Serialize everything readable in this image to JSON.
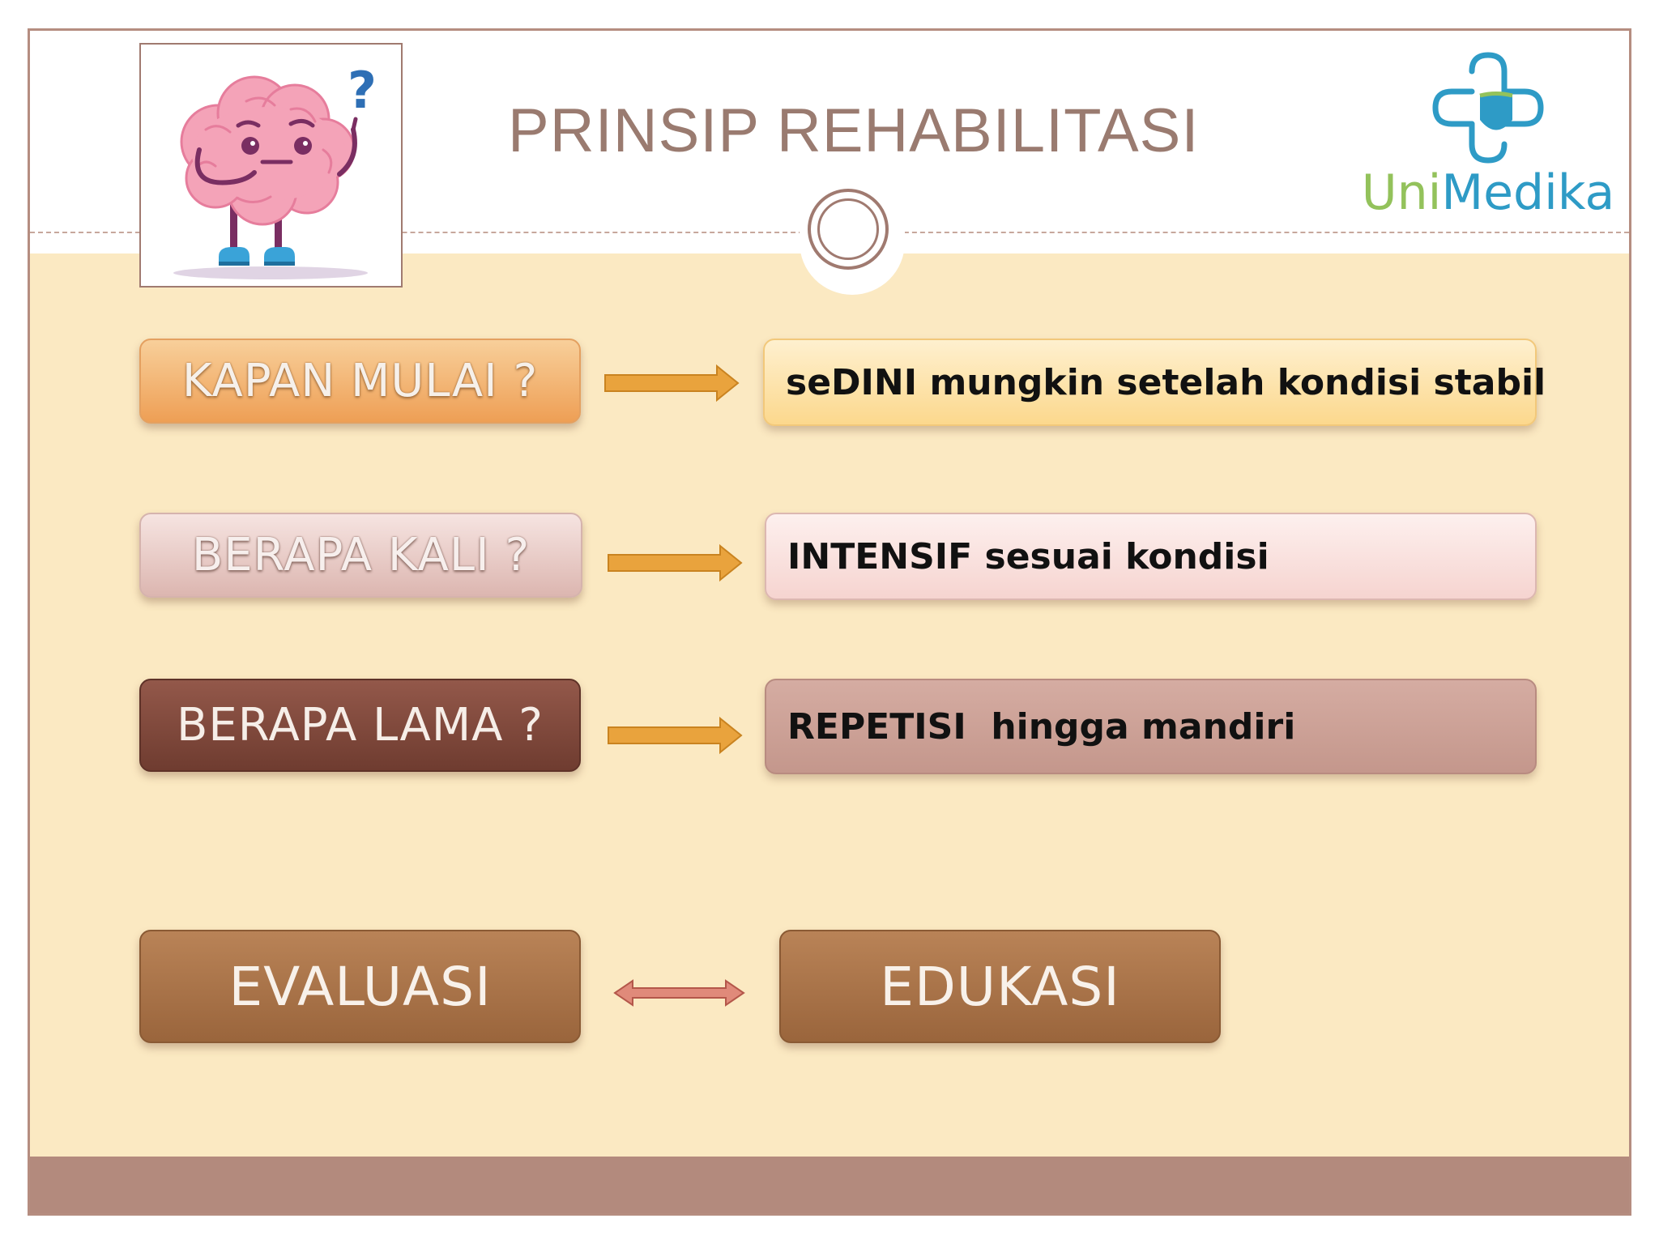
{
  "slide": {
    "title": "PRINSIP REHABILITASI",
    "logo": {
      "text_part1": "Uni",
      "text_part2": "Medika",
      "icon": "medical-cross-icon"
    },
    "illustration": {
      "icon": "thinking-brain-icon",
      "question_mark": "?"
    },
    "rows": [
      {
        "question": "KAPAN MULAI ?",
        "answer": "seDINI mungkin setelah kondisi stabil",
        "arrow": "right-arrow-icon"
      },
      {
        "question": "BERAPA KALI ?",
        "answer": "INTENSIF sesuai kondisi",
        "arrow": "right-arrow-icon"
      },
      {
        "question": "BERAPA LAMA ?",
        "answer": "REPETISI  hingga mandiri",
        "arrow": "right-arrow-icon"
      }
    ],
    "bottom": {
      "left": "EVALUASI",
      "right": "EDUKASI",
      "arrow": "double-arrow-icon"
    }
  },
  "colors": {
    "background": "#fbe9c2",
    "header": "#ffffff",
    "footer": "#b38a7d",
    "title": "#9a7b70",
    "arrow": "#e6a23c",
    "double_arrow": "#c9665a",
    "q1_fill": "#f3bb7c",
    "q2_fill": "#e9c7c1",
    "q3_fill": "#7f4a3c",
    "a1_fill": "#fde3a8",
    "a2_fill": "#fbe0dd",
    "a3_fill": "#cda095",
    "bottom_fill": "#a97448",
    "logo_blue": "#2e9bc6",
    "logo_green": "#93c25b"
  }
}
